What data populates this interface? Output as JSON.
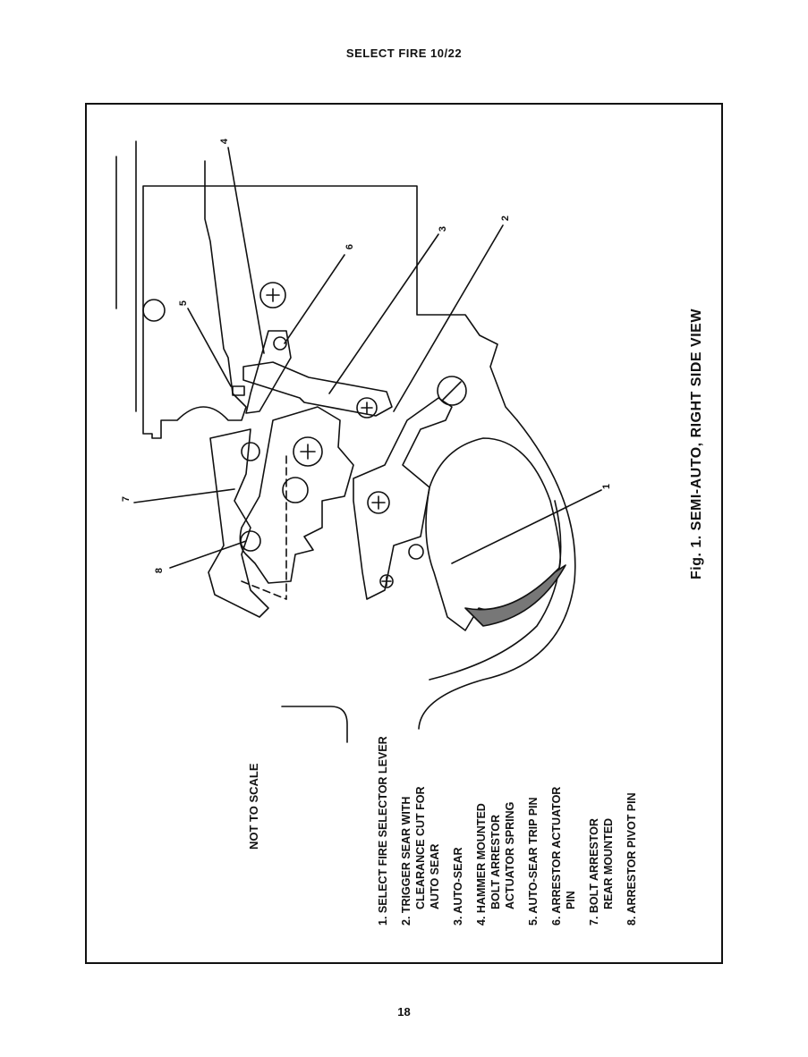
{
  "header": {
    "title": "SELECT FIRE 10/22"
  },
  "figure": {
    "caption": "Fig. 1. SEMI-AUTO, RIGHT SIDE VIEW",
    "note": "NOT TO SCALE",
    "callouts": [
      "1",
      "2",
      "3",
      "4",
      "5",
      "6",
      "7",
      "8"
    ]
  },
  "legend": [
    {
      "lines": [
        "1.  SELECT FIRE SELECTOR LEVER"
      ]
    },
    {
      "lines": [
        "2.  TRIGGER SEAR WITH",
        "     CLEARANCE CUT FOR",
        "     AUTO SEAR"
      ]
    },
    {
      "lines": [
        "3.  AUTO-SEAR"
      ]
    },
    {
      "lines": [
        "4.  HAMMER MOUNTED",
        "     BOLT ARRESTOR",
        "     ACTUATOR SPRING"
      ]
    },
    {
      "lines": [
        "5.  AUTO-SEAR TRIP PIN"
      ]
    },
    {
      "lines": [
        "6.  ARRESTOR ACTUATOR",
        "     PIN"
      ]
    },
    {
      "lines": [
        "7.  BOLT ARRESTOR",
        "     REAR MOUNTED"
      ]
    },
    {
      "lines": [
        "8.  ARRESTOR PIVOT PIN"
      ]
    }
  ],
  "page": {
    "number": "18"
  }
}
